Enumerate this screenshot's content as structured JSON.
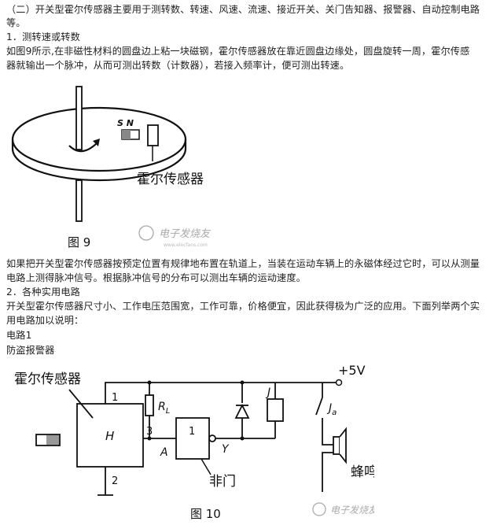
{
  "text": {
    "p1_line1": "（二）开关型霍尔传感器主要用于测转数、转速、风速、流速、接近开关、关门告知器、报警器、自动控制电路",
    "p1_line2": "等。",
    "h1": "1．测转速或转数",
    "p2_line1": "如图9所示,在非磁性材料的圆盘边上粘一块磁钢，霍尔传感器放在靠近圆盘边缘处，圆盘旋转一周，霍尔传感",
    "p2_line2": "器就输出一个脉冲，从而可测出转数（计数器），若接入频率计，便可测出转速。",
    "p3_line1": "如果把开关型霍尔传感器按预定位置有规律地布置在轨道上，当装在运动车辆上的永磁体经过它时，可以从测量",
    "p3_line2": "电路上测得脉冲信号。根据脉冲信号的分布可以测出车辆的运动速度。",
    "h2": "2．各种实用电路",
    "p4_line1": "开关型霍尔传感器尺寸小、工作电压范围宽，工作可靠，价格便宜，因此获得极为广泛的应用。下面列举两个实",
    "p4_line2": "用电路加以说明：",
    "circuit_title": "电路1",
    "circuit_name": "防盗报警器"
  },
  "figure9": {
    "sensor_label": "霍尔传感器",
    "magnet_label": "S N",
    "caption": "图 9",
    "watermark": "电子发烧友",
    "watermark_url": "www.elecfans.com"
  },
  "figure10": {
    "sensor_label": "霍尔传感器",
    "chip_label": "H",
    "pin1": "1",
    "pin2": "2",
    "pin3": "3",
    "resistor_label": "R",
    "resistor_sub": "L",
    "supply_label": "+5V",
    "relay_label": "J",
    "contact_label": "J",
    "contact_sub": "a",
    "node_a": "A",
    "node_y": "Y",
    "gate_label": "1",
    "not_gate_label": "非门",
    "buzzer_label": "蜂鸣器",
    "caption": "图 10",
    "watermark": "电子发烧友"
  }
}
